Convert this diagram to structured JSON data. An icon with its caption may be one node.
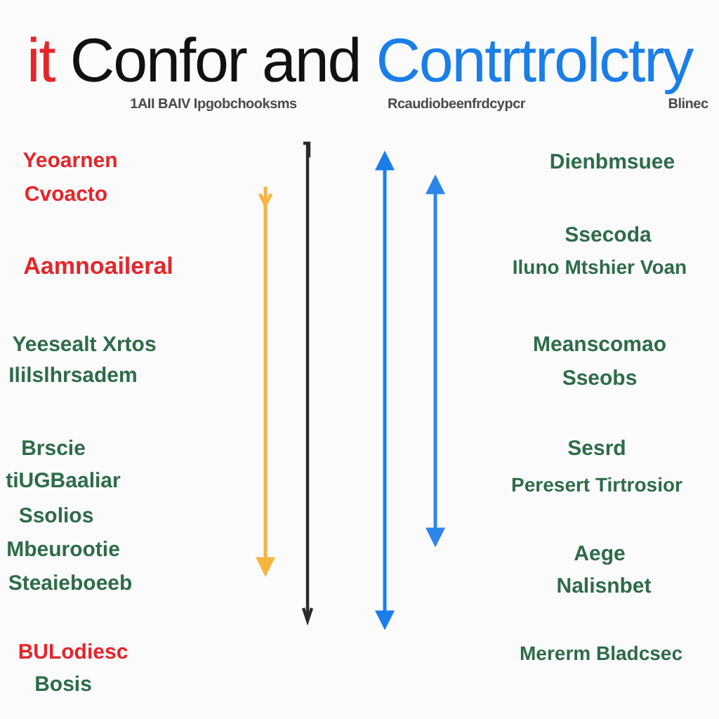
{
  "diagram": {
    "title": "it Confor and Contrtrolctry",
    "labels": [
      "1AII BAIV Ipgobchooksms",
      "Rcaudiobeenfrdcypcr",
      "Blinec",
      "Yeoarnen",
      "Cvoacto",
      "Aamnoaileral",
      "Yeesealt Xrtos",
      "Ililslhrsadem",
      "Brscie",
      "tiUGBaaliar",
      "Ssolios",
      "Mbeurootie",
      "Steaieboeeb",
      "BULodiesc",
      "Bosis",
      "Dienbmsuee",
      "Ssecoda",
      "Iluno Mtshier Voan",
      "Meanscomao",
      "Sseobs",
      "Sesrd",
      "Peresert Tirtrosior",
      "Aege",
      "Nalisnbet",
      "Mererm Bladcsec"
    ]
  }
}
